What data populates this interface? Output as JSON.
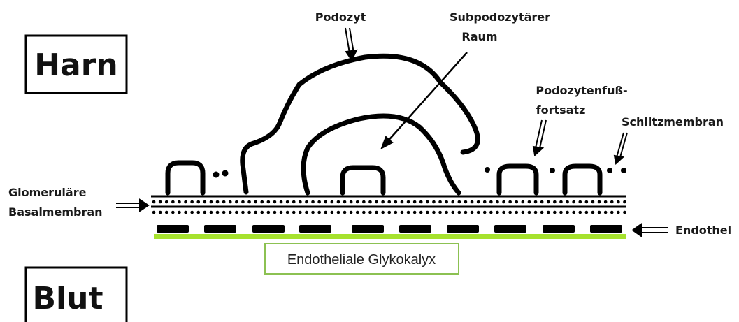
{
  "regions": {
    "harn": "Harn",
    "blut": "Blut"
  },
  "labels": {
    "podozyt": "Podozyt",
    "subpodozytaerer_1": "Subpodozytärer",
    "subpodozytaerer_2": "Raum",
    "podozytenfuss_1": "Podozytenfuß-",
    "podozytenfuss_2": "fortsatz",
    "schlitzmembran": "Schlitzmembran",
    "glomerulaere_1": "Glomeruläre",
    "glomerulaere_2": "Basalmembran",
    "endothel": "Endothel",
    "glykokalyx": "Endotheliale Glykokalyx"
  },
  "colors": {
    "line": "#000000",
    "glycocalyx": "#a6e22e",
    "glycocalyx_box_border": "#8cc152"
  }
}
